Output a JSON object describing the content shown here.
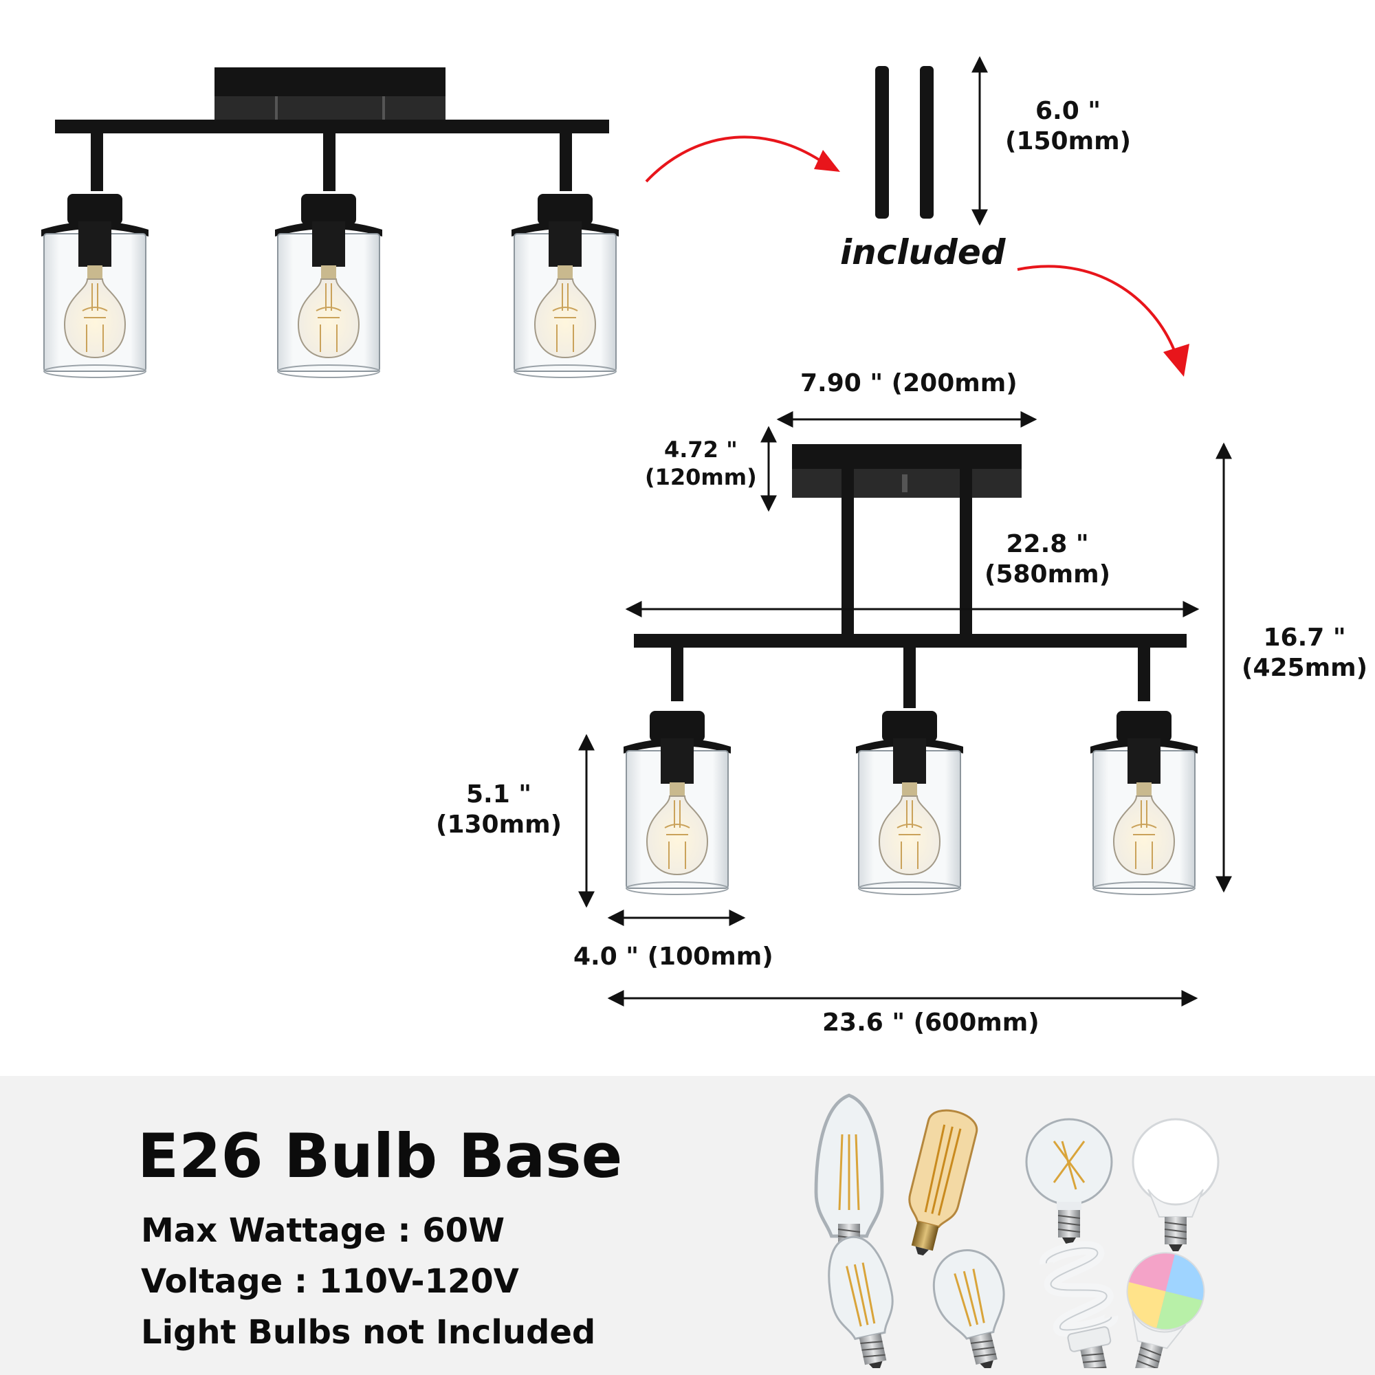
{
  "rods": {
    "label": "included",
    "dim_in": "6.0 \"",
    "dim_mm": "(150mm)"
  },
  "dimensions": {
    "canopy_width": "7.90 \" (200mm)",
    "canopy_height_in": "4.72 \"",
    "canopy_height_mm": "(120mm)",
    "bar_length_in": "22.8 \"",
    "bar_length_mm": "(580mm)",
    "total_height_in": "16.7 \"",
    "total_height_mm": "(425mm)",
    "shade_height_in": "5.1 \"",
    "shade_height_mm": "(130mm)",
    "shade_width": "4.0 \" (100mm)",
    "total_width": "23.6 \" (600mm)"
  },
  "specs": {
    "title": "E26 Bulb Base",
    "max_wattage": "Max Wattage : 60W",
    "voltage": "Voltage : 110V-120V",
    "bulbs_note": "Light Bulbs not Included"
  },
  "bulb_icons": [
    "st64-filament-bulb-icon",
    "amber-tube-bulb-icon",
    "globe-filament-bulb-icon",
    "white-led-bulb-icon",
    "st58-filament-bulb-icon",
    "a19-filament-bulb-icon",
    "cfl-spiral-bulb-icon",
    "rgb-smart-bulb-icon"
  ],
  "colors": {
    "arrow": "#e8151b",
    "fixture": "#141414",
    "panel": "#f2f2f2"
  }
}
